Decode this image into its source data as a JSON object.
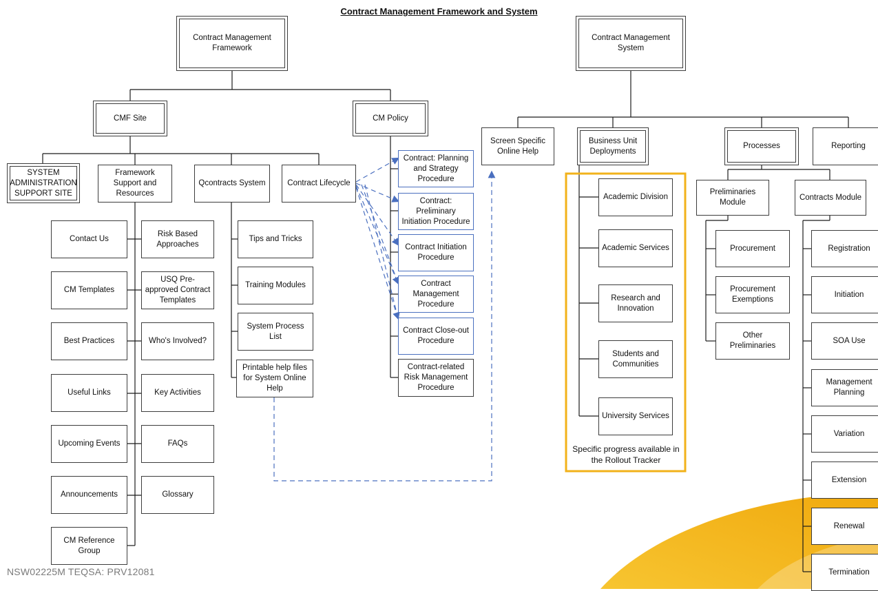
{
  "title": "Contract Management Framework and System",
  "nodes": {
    "cmf": "Contract Management Framework",
    "cms": "Contract Management System",
    "cmf_site": "CMF Site",
    "cm_policy": "CM Policy",
    "sys_admin": "SYSTEM ADMINISTRATION SUPPORT SITE",
    "framework_support": "Framework Support and Resources",
    "qcontracts": "Qcontracts System",
    "lifecycle": "Contract Lifecycle",
    "contact_us": "Contact Us",
    "cm_templates": "CM Templates",
    "best_practices": "Best Practices",
    "useful_links": "Useful Links",
    "upcoming_events": "Upcoming Events",
    "announcements": "Announcements",
    "cm_reference_group": "CM Reference Group",
    "risk_based": "Risk Based Approaches",
    "usq_templates": "USQ Pre-approved Contract Templates",
    "whos_involved": "Who's Involved?",
    "key_activities": "Key Activities",
    "faqs": "FAQs",
    "glossary": "Glossary",
    "tips": "Tips and Tricks",
    "training": "Training Modules",
    "process_list": "System Process List",
    "printable": "Printable help files for System Online Help",
    "planning_procedure": "Contract: Planning and Strategy Procedure",
    "preliminary_procedure": "Contract: Preliminary Initiation Procedure",
    "initiation_procedure": "Contract Initiation Procedure",
    "management_procedure": "Contract Management Procedure",
    "closeout_procedure": "Contract Close-out Procedure",
    "risk_procedure": "Contract-related Risk Management Procedure",
    "screen_help": "Screen Specific Online Help",
    "bu_deployments": "Business Unit Deployments",
    "processes": "Processes",
    "reporting": "Reporting",
    "academic_division": "Academic Division",
    "academic_services": "Academic Services",
    "research": "Research and Innovation",
    "students": "Students and Communities",
    "university_services": "University Services",
    "preliminaries_module": "Preliminaries Module",
    "contracts_module": "Contracts Module",
    "procurement": "Procurement",
    "procurement_exemptions": "Procurement Exemptions",
    "other_preliminaries": "Other Preliminaries",
    "registration": "Registration",
    "initiation": "Initiation",
    "soa_use": "SOA Use",
    "management_planning": "Management Planning",
    "variation": "Variation",
    "extension": "Extension",
    "renewal": "Renewal",
    "termination": "Termination"
  },
  "rollout_note": "Specific progress available in the Rollout Tracker",
  "footer": "NSW02225M   TEQSA: PRV12081",
  "colors": {
    "line": "#1a1a1a",
    "dashed_arrow": "#4a6fbf",
    "highlight_border": "#f2b21a",
    "swoosh": "#f5b81c",
    "footer_text": "#7a7a7a"
  }
}
